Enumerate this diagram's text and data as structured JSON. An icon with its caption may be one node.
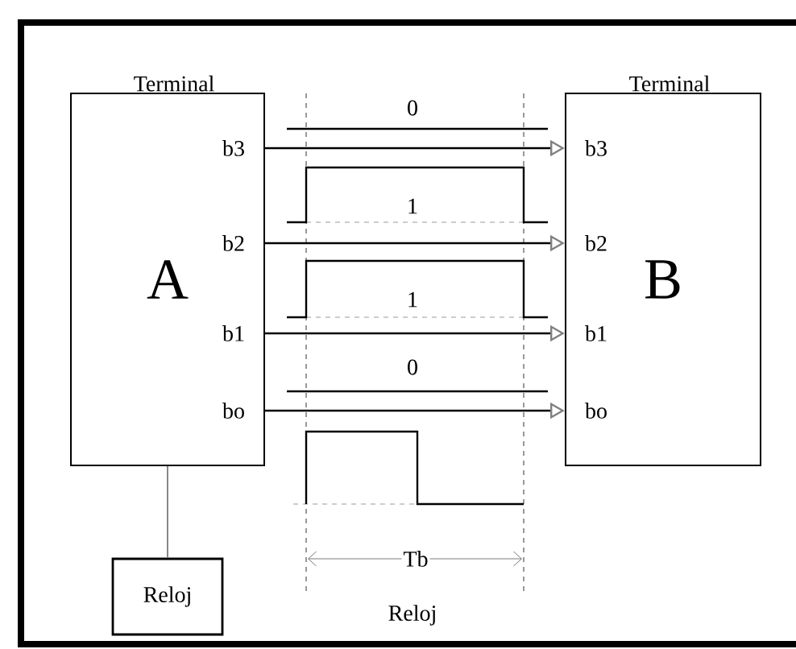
{
  "diagram": {
    "nodes": [
      {
        "text": [
          "Terminal",
          "A"
        ]
      },
      {
        "text": [
          "Terminal",
          "B"
        ]
      },
      {
        "text": [
          "Reloj"
        ]
      }
    ],
    "edges": [
      {
        "from": 0,
        "to": 1,
        "arrow": "to"
      },
      {
        "from": 0,
        "to": 1,
        "arrow": "to"
      },
      {
        "from": 0,
        "to": 1,
        "arrow": "to"
      },
      {
        "from": 0,
        "to": 1,
        "arrow": "to"
      },
      {
        "from": 0,
        "to": 2,
        "arrow": "none",
        "color": "#888888"
      }
    ],
    "labels": [
      "0",
      "b3",
      "b3",
      "1",
      "b2",
      "b2",
      "1",
      "b1",
      "b1",
      "0",
      "bo",
      "bo",
      "Tb",
      "Reloj"
    ]
  }
}
